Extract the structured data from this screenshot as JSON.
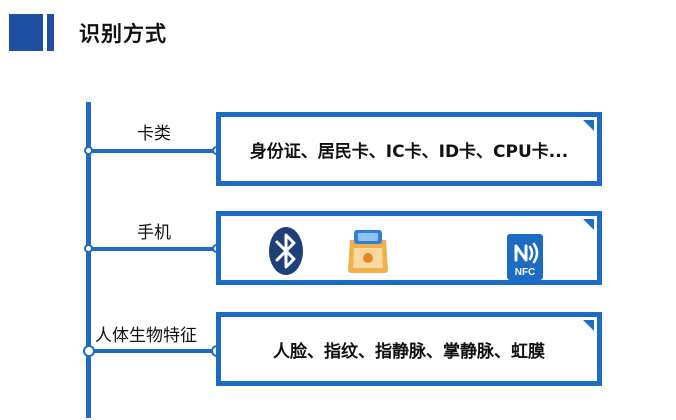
{
  "title": "识别方式",
  "categories": [
    {
      "label": "卡类",
      "content": "身份证、居民卡、IC卡、ID卡、CPU卡..."
    },
    {
      "label": "手机",
      "icons": [
        {
          "name": "bluetooth-icon",
          "color": "#1f3f78"
        },
        {
          "name": "qr-scanner-icon",
          "color": "#e89a3a"
        },
        {
          "name": "nfc-icon",
          "text": "NFC",
          "color": "#1c6bc4"
        }
      ]
    },
    {
      "label": "人体生物特征",
      "content": "人脸、指纹、指静脉、掌静脉、虹膜"
    }
  ],
  "colors": {
    "brand_dark": "#1e4fa0",
    "line_blue": "#1c6bc4"
  }
}
